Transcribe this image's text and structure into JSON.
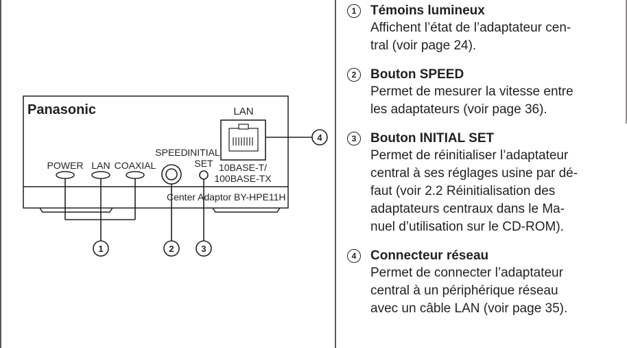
{
  "figure": {
    "brand": "Panasonic",
    "port_label": "LAN",
    "leds": [
      "POWER",
      "LAN",
      "COAXIAL"
    ],
    "speed_label": "SPEED",
    "initial_set_label": [
      "INITIAL",
      "SET"
    ],
    "port_spec": [
      "10BASE-T/",
      "100BASE-TX"
    ],
    "model": "Center Adaptor BY-HPE11H",
    "callouts": [
      "1",
      "2",
      "3",
      "4"
    ]
  },
  "items": [
    {
      "number": "1",
      "title": "Témoins lumineux",
      "lines": [
        "Affichent l’état de l’adaptateur cen-",
        "tral (voir page 24)."
      ]
    },
    {
      "number": "2",
      "title": "Bouton SPEED",
      "lines": [
        "Permet de mesurer la vitesse entre",
        "les adaptateurs (voir page 36)."
      ]
    },
    {
      "number": "3",
      "title": "Bouton INITIAL SET",
      "lines": [
        "Permet de réinitialiser l’adaptateur",
        "central à ses réglages usine par dé-",
        "faut (voir 2.2  Réinitialisation des",
        "adaptateurs centraux dans le Ma-",
        "nuel d’utilisation sur le CD-ROM)."
      ]
    },
    {
      "number": "4",
      "title": "Connecteur réseau",
      "lines": [
        "Permet de connecter l’adaptateur",
        "central à un périphérique réseau",
        "avec un câble LAN (voir page 35)."
      ]
    }
  ]
}
